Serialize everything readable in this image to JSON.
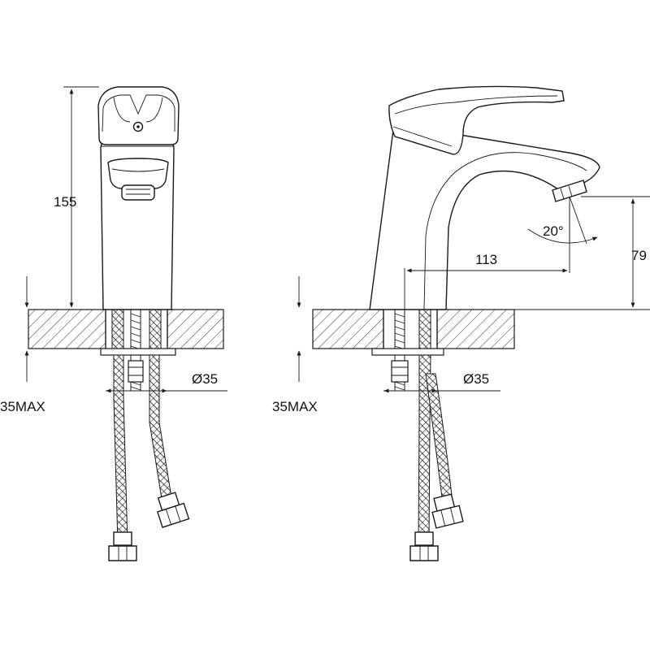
{
  "drawing": {
    "views": [
      {
        "name": "front-view",
        "dimensions": {
          "height": "155",
          "hole_diameter": "Ø35",
          "max_counter_thickness": "35MAX"
        }
      },
      {
        "name": "side-view",
        "dimensions": {
          "spout_reach": "113",
          "spout_height": "79",
          "spray_angle": "20°",
          "hole_diameter": "Ø35",
          "max_counter_thickness": "35MAX"
        }
      }
    ]
  },
  "colors": {
    "line": "#1a1a1a",
    "background": "#ffffff"
  }
}
